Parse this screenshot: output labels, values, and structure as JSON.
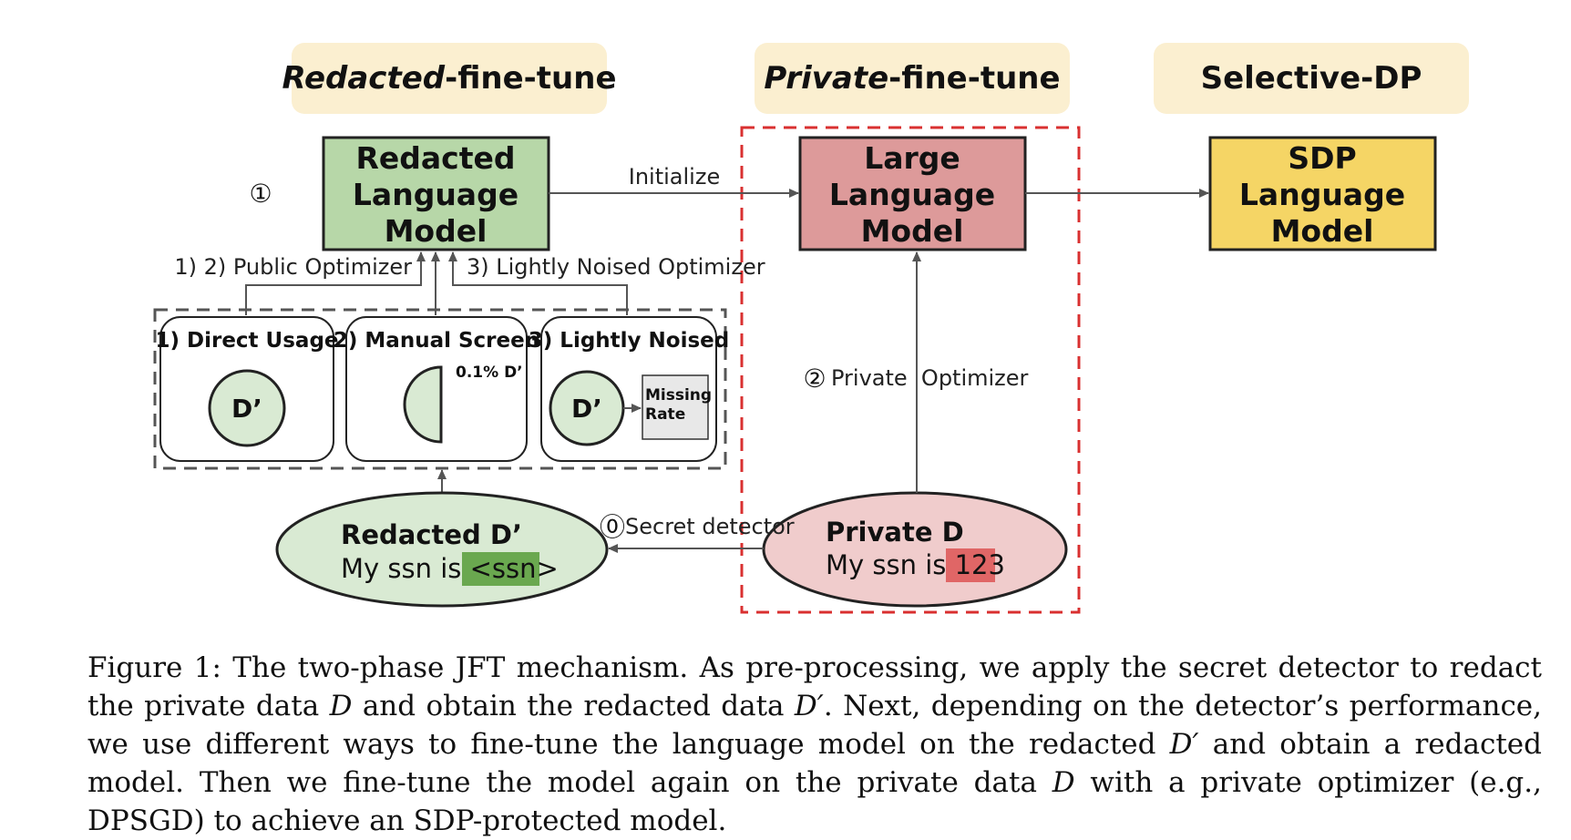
{
  "headers": {
    "phase1_italic": "Redacted",
    "phase1_rest": "-fine-tune",
    "phase2_italic": "Private",
    "phase2_rest": "-fine-tune",
    "phase3": "Selective-DP"
  },
  "models": {
    "redacted": [
      "Redacted",
      "Language",
      "Model"
    ],
    "large": [
      "Large",
      "Language",
      "Model"
    ],
    "sdp": [
      "SDP",
      "Language",
      "Model"
    ]
  },
  "step_markers": {
    "step0": "⓪",
    "step1": "①",
    "step2": "②"
  },
  "edges": {
    "initialize": "Initialize",
    "public_optimizer": "1) 2) Public Optimizer",
    "lightly_noised_optimizer": "3) Lightly Noised Optimizer",
    "private_optimizer": "Private  Optimizer",
    "secret_detector": "Secret detector"
  },
  "cards": {
    "direct": {
      "title": "1) Direct Usage",
      "circle": "D’"
    },
    "manual": {
      "title": "2) Manual Screen",
      "fraction": "0.1% D’"
    },
    "noised": {
      "title": "3) Lightly Noised",
      "circle": "D’",
      "box_line1": "Missing",
      "box_line2": "Rate"
    }
  },
  "data_nodes": {
    "redacted": {
      "title": "Redacted D’",
      "text_prefix": "My ssn is ",
      "highlight": "<ssn>"
    },
    "private": {
      "title": "Private D",
      "text_prefix": "My ssn is ",
      "highlight": "123"
    }
  },
  "caption": {
    "label": "Figure 1: The two-phase ",
    "name_j": "J",
    "name_ft": "FT",
    "s1": " mechanism. As pre-processing, we apply the secret detector to redact the private data ",
    "var_d1": "D",
    "s2": " and obtain the redacted data ",
    "var_dp1": "D′",
    "s3": ". Next, depending on the detector’s performance, we use different ways to fine-tune the language model on the redacted ",
    "var_dp2": "D′",
    "s4": " and obtain a redacted model. Then we fine-tune the model again on the private data ",
    "var_d2": "D",
    "s5": " with a private optimizer (e.g., DPSGD) to achieve an SDP-protected model."
  },
  "colors": {
    "header_bg": "#fbefd0",
    "redacted_model": "#b7d7a8",
    "large_model": "#dd9a9a",
    "sdp_model": "#f5d565",
    "redacted_ellipse": "#d9ead3",
    "private_ellipse": "#f0cccc",
    "ssn_highlight": "#6aa84f",
    "num_highlight": "#e06666",
    "private_region": "#d93030",
    "arrow": "#555555"
  }
}
